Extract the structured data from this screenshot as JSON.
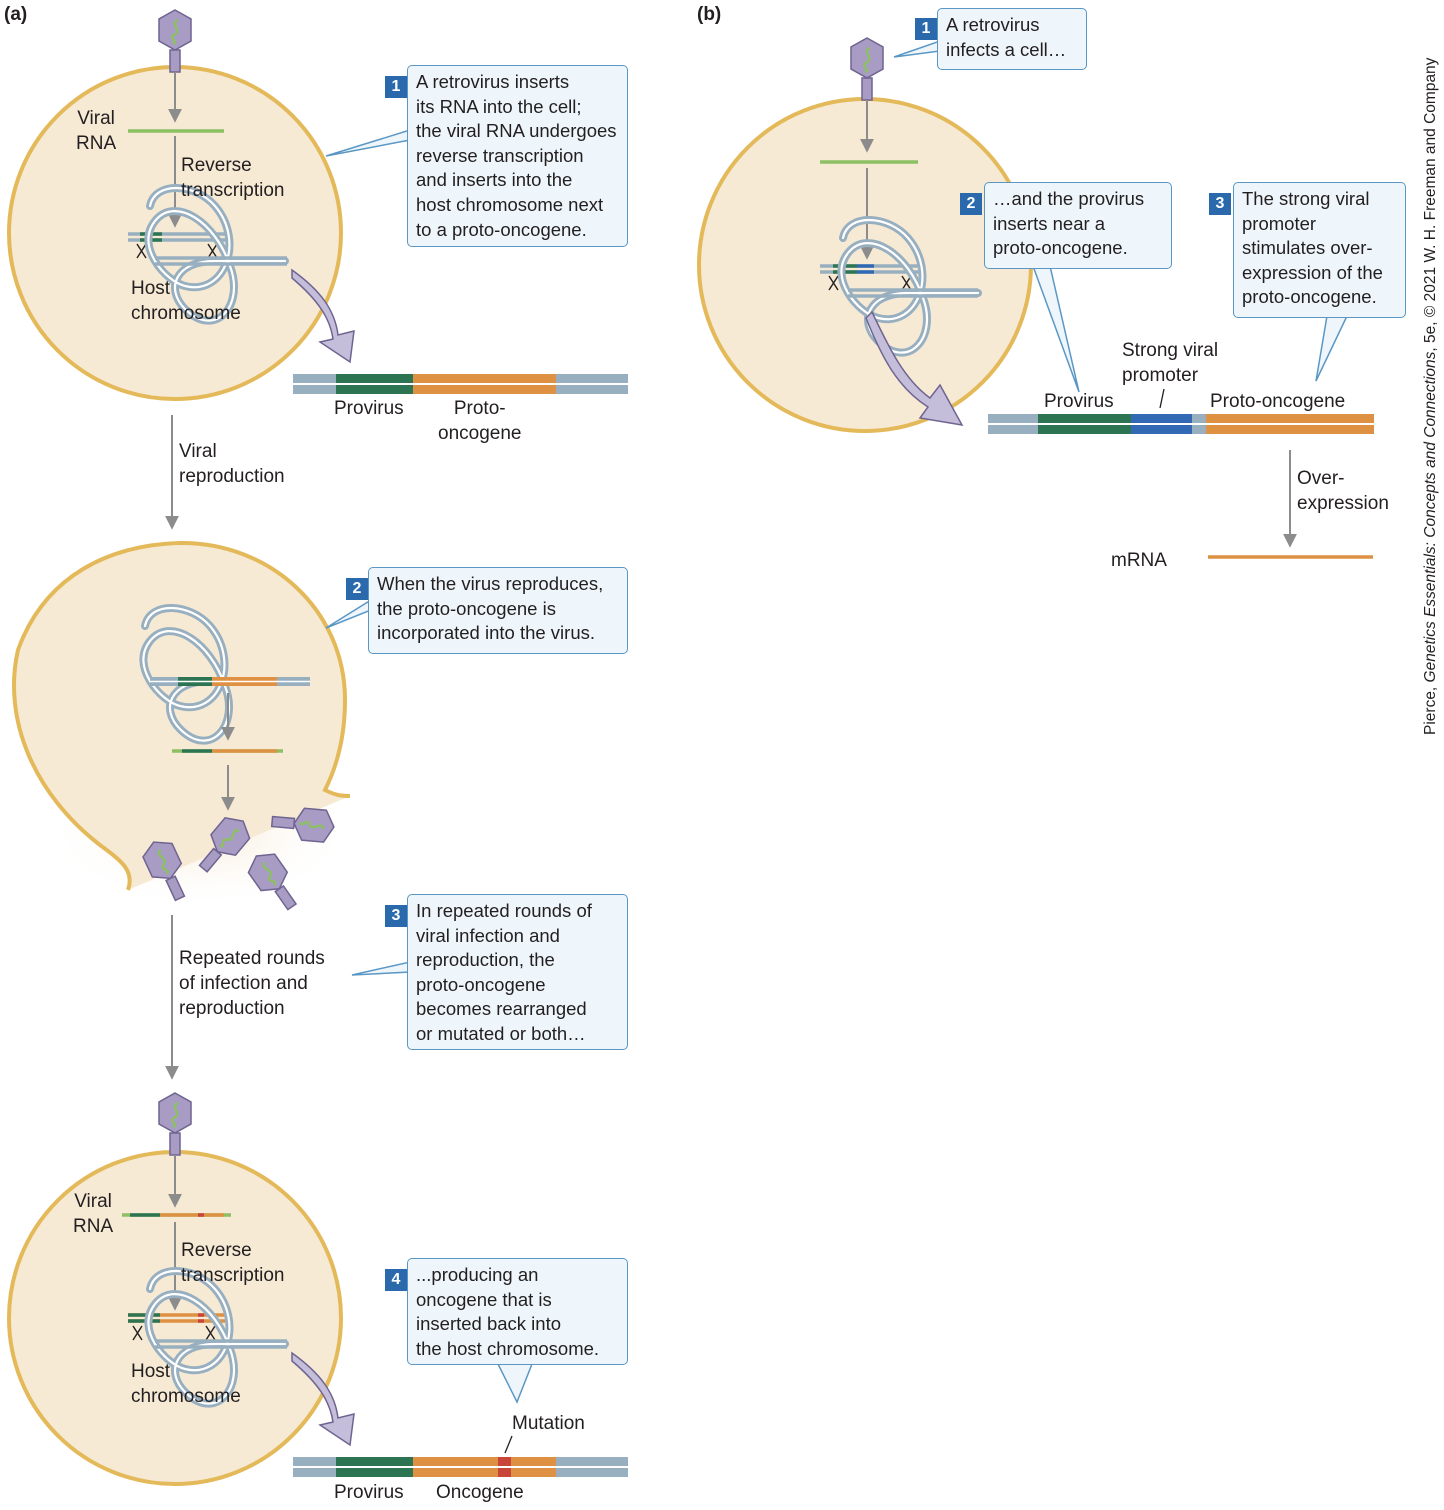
{
  "panel_a": {
    "label": "(a)",
    "labels": {
      "viral_rna_1": "Viral\nRNA",
      "reverse_transcription_1": "Reverse\ntranscription",
      "host_chromosome_1": "Host\nchromosome",
      "provirus_1": "Provirus",
      "proto_oncogene_1": "Proto-\noncogene",
      "viral_reproduction": "Viral\nreproduction",
      "repeated_rounds": "Repeated rounds\nof infection and\nreproduction",
      "viral_rna_2": "Viral\nRNA",
      "reverse_transcription_2": "Reverse\ntranscription",
      "host_chromosome_2": "Host\nchromosome",
      "mutation": "Mutation",
      "provirus_2": "Provirus",
      "oncogene": "Oncogene"
    },
    "callouts": [
      {
        "step": "1",
        "text": "A retrovirus inserts\nits RNA into the cell;\nthe viral RNA undergoes\nreverse transcription\nand inserts into the\nhost chromosome next\nto a proto-oncogene."
      },
      {
        "step": "2",
        "text": "When the virus reproduces,\nthe proto-oncogene is\nincorporated into the virus."
      },
      {
        "step": "3",
        "text": "In repeated rounds of\nviral infection and\nreproduction, the\nproto-oncogene\nbecomes rearranged\nor mutated or both…"
      },
      {
        "step": "4",
        "text": "...producing an\noncogene that is\ninserted back into\nthe host chromosome."
      }
    ]
  },
  "panel_b": {
    "label": "(b)",
    "labels": {
      "strong_viral_promoter": "Strong viral\npromoter",
      "provirus": "Provirus",
      "proto_oncogene": "Proto-oncogene",
      "overexpression": "Over-\nexpression",
      "mrna": "mRNA"
    },
    "callouts": [
      {
        "step": "1",
        "text": "A retrovirus\ninfects a cell…"
      },
      {
        "step": "2",
        "text": "…and the provirus\ninserts near a\nproto-oncogene."
      },
      {
        "step": "3",
        "text": "The strong viral\npromoter\nstimulates over-\nexpression of the\nproto-oncogene."
      }
    ]
  },
  "credit": {
    "prefix": "Pierce, ",
    "title": "Genetics Essentials: Concepts and Connections",
    "suffix": ", 5e, © 2021 W. H. Freeman and Company"
  },
  "colors": {
    "cell_fill": "#f6ead5",
    "cell_border": "#e4b95a",
    "chromosome": "#98afc0",
    "viral_rna": "#8cc063",
    "provirus": "#2d7552",
    "proto_oncogene": "#de9043",
    "promoter": "#3369b4",
    "mutation": "#c8453a",
    "virus": "#a89cc4",
    "callout_border": "#5a97c4",
    "step_box": "#2a6aac"
  }
}
